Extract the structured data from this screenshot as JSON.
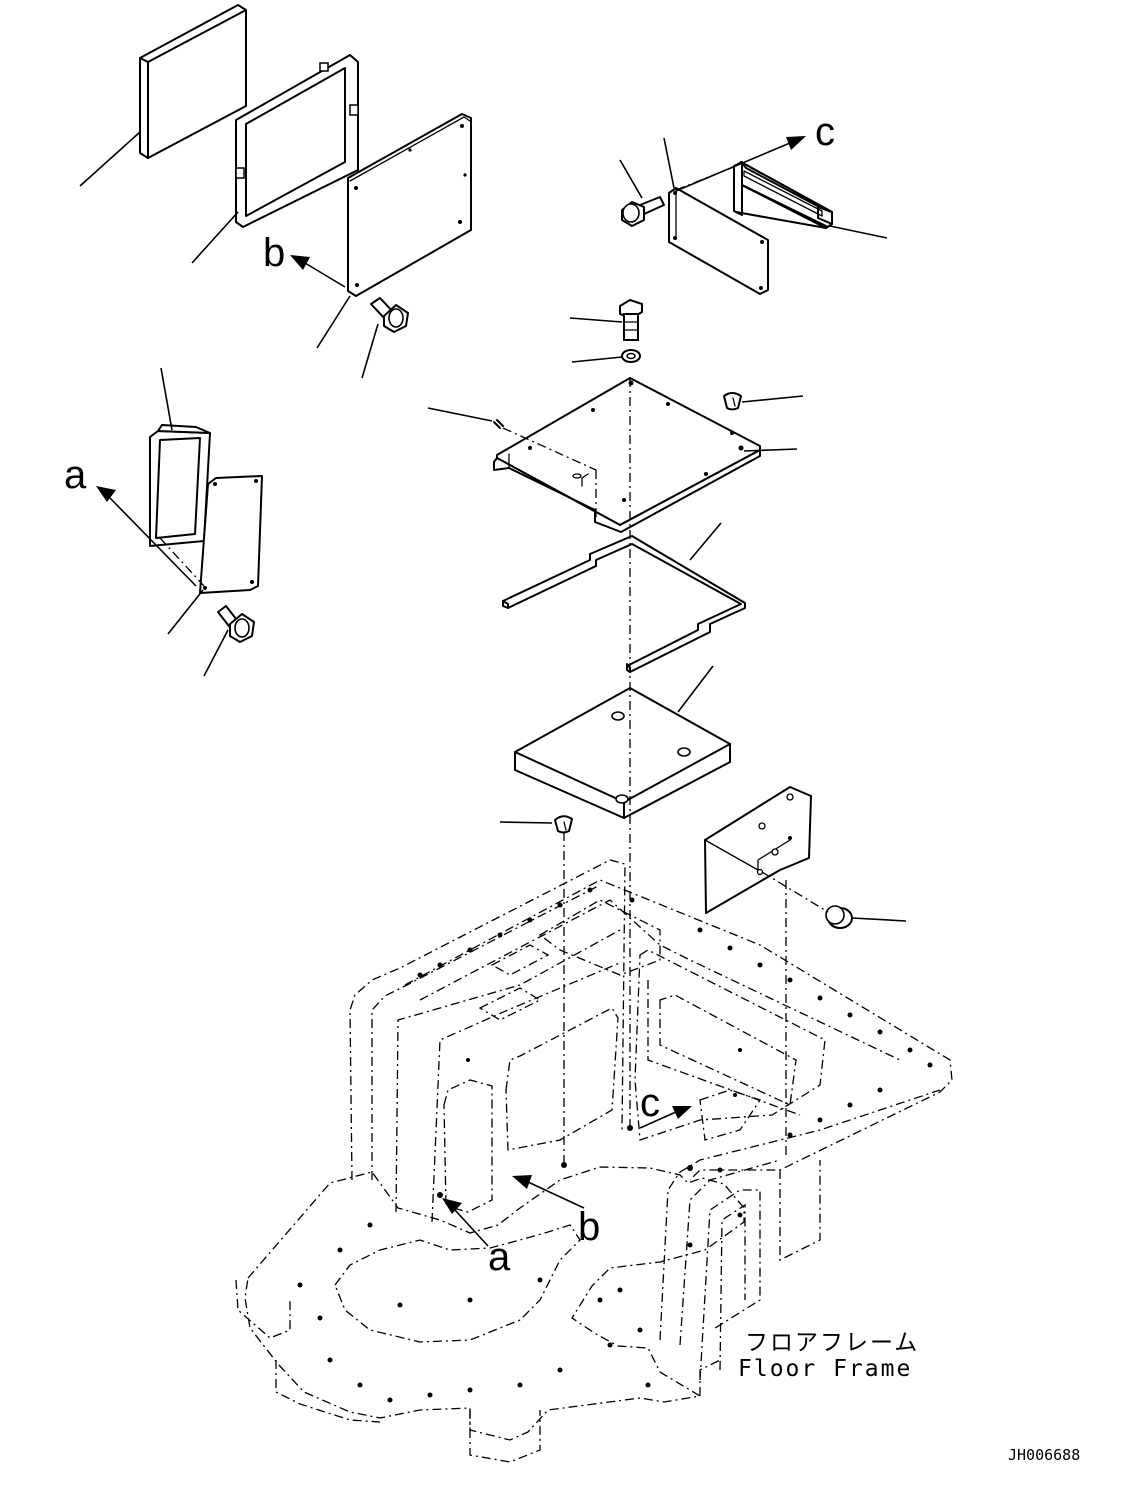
{
  "view_labels": {
    "a_top": "a",
    "b_top": "b",
    "c_top": "c",
    "c_bottom": "c",
    "a_bottom": "a",
    "b_bottom": "b"
  },
  "caption": {
    "japanese": "フロアフレーム",
    "english": "Floor Frame"
  },
  "document_id": "JH006688"
}
